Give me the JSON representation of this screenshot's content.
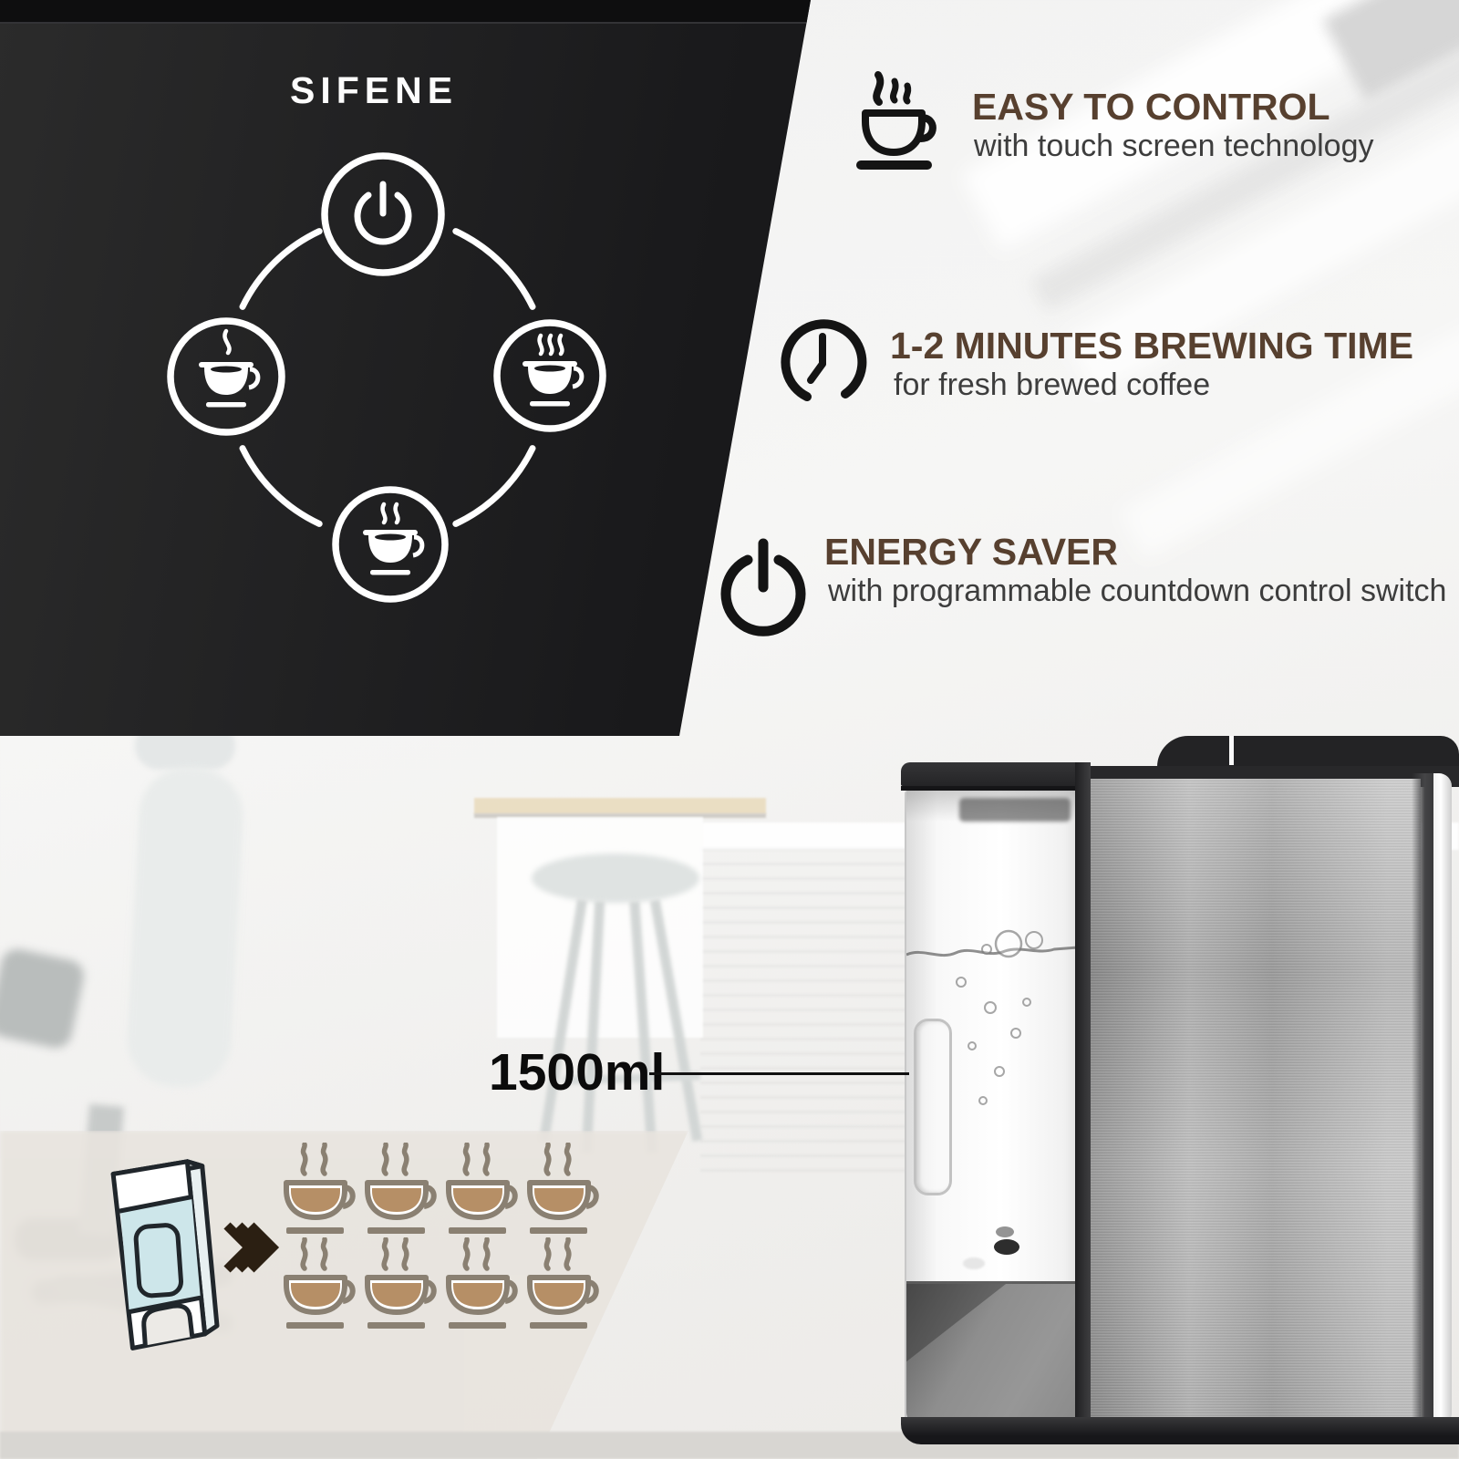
{
  "brand": {
    "logo": "SIFENE"
  },
  "control_panel": {
    "buttons": [
      {
        "name": "power-button"
      },
      {
        "name": "espresso-cup-button"
      },
      {
        "name": "hot-coffee-cup-button"
      },
      {
        "name": "steaming-mug-button"
      }
    ]
  },
  "features": [
    {
      "icon": "steaming-coffee-cup-icon",
      "title": "EASY TO CONTROL",
      "subtitle": "with touch screen technology"
    },
    {
      "icon": "clock-icon",
      "title": "1-2 MINUTES BREWING TIME",
      "subtitle": "for fresh brewed coffee"
    },
    {
      "icon": "power-icon",
      "title": "ENERGY SAVER",
      "subtitle": "with programmable countdown control switch"
    }
  ],
  "capacity": {
    "label": "1500ml",
    "cups_count": 8
  },
  "colors": {
    "accent_brown": "#57402f",
    "subtitle_gray": "#3d3d3d",
    "panel_black": "#1d1d1f",
    "water_blue": "#cde6ea",
    "cup_tan": "#8a8072",
    "coffee_fill": "#b68f66",
    "chevron_brown": "#2b1f12",
    "steel_gray": "#aaaaaa"
  }
}
